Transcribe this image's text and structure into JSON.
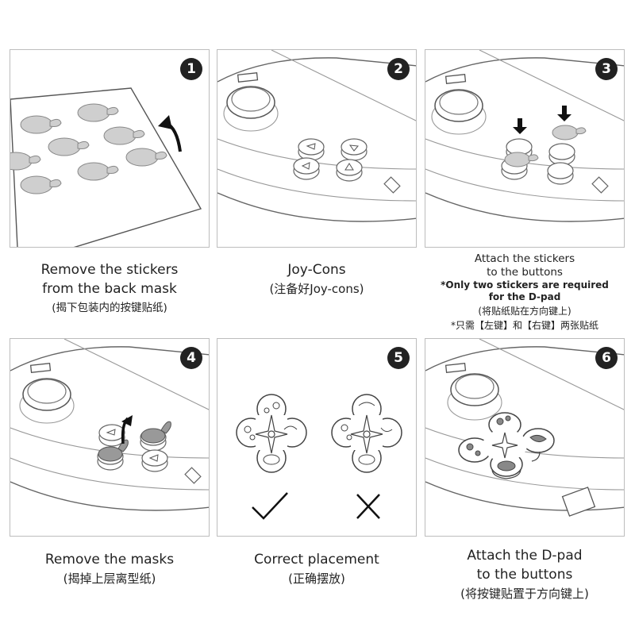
{
  "steps": [
    {
      "number": "1",
      "lines": [
        "Remove the stickers",
        "from the back mask",
        "(揭下包装内的按键贴纸)"
      ]
    },
    {
      "number": "2",
      "lines": [
        "Joy-Cons",
        "(注备好Joy-cons)"
      ]
    },
    {
      "number": "3",
      "lines": [
        "Attach the stickers",
        "to the buttons",
        "*Only two stickers are required",
        "for the D-pad",
        "(将贴纸贴在方向键上)",
        "*只需【左键】和【右键】两张贴纸"
      ]
    },
    {
      "number": "4",
      "lines": [
        "Remove the masks",
        "(揭掉上层离型纸)"
      ]
    },
    {
      "number": "5",
      "lines": [
        "Correct placement",
        "(正确摆放)"
      ]
    },
    {
      "number": "6",
      "lines": [
        "Attach the D-pad",
        "to the buttons",
        "(将按键贴置于方向键上)"
      ]
    }
  ],
  "colors": {
    "sticker": "#cfcfcf",
    "line": "#666666",
    "badge": "#222222"
  },
  "icons": {
    "correct": "check-mark-icon",
    "incorrect": "x-mark-icon"
  }
}
